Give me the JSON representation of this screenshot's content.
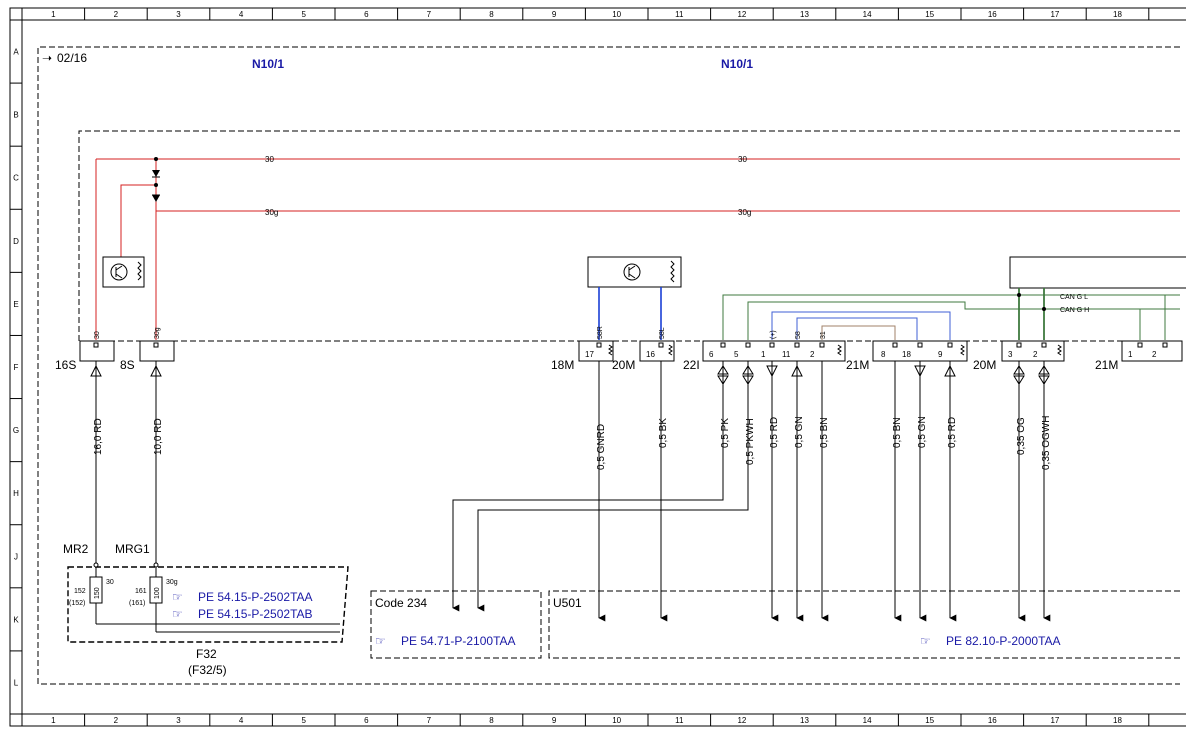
{
  "frame": {
    "columns": [
      "1",
      "2",
      "3",
      "4",
      "5",
      "6",
      "7",
      "8",
      "9",
      "10",
      "11",
      "12",
      "13",
      "14",
      "15",
      "16",
      "17",
      "18"
    ],
    "rows": [
      "A",
      "B",
      "C",
      "D",
      "E",
      "F",
      "G",
      "H",
      "J",
      "K",
      "L"
    ]
  },
  "sheet_ref": "02/16",
  "module_labels": [
    "N10/1",
    "N10/1"
  ],
  "rails": {
    "rail_30": "30",
    "rail_30g": "30g"
  },
  "can": {
    "low": "CAN G L",
    "high": "CAN G H"
  },
  "pin_tags": {
    "p30": "30",
    "p30g": "30g",
    "p58R": "58R",
    "p58L": "58L",
    "pplus": "(+)",
    "p58": "58",
    "p31": "31"
  },
  "connectors": {
    "c16S": "16S",
    "c8S": "8S",
    "c18M": "18M",
    "c20M_a": "20M",
    "c22I": "22I",
    "c21M_a": "21M",
    "c20M_b": "20M",
    "c21M_b": "21M"
  },
  "pins": {
    "p17": "17",
    "p16": "16",
    "p6": "6",
    "p5": "5",
    "p1": "1",
    "p11": "11",
    "p2": "2",
    "p8": "8",
    "p18": "18",
    "p9": "9",
    "p3": "3",
    "p2b": "2",
    "p1c": "1",
    "p2c": "2"
  },
  "wires": {
    "w16RD": "16,0 RD",
    "w10RD": "10,0 RD",
    "wGNRD": "0,5 GNRD",
    "wBK": "0,5 BK",
    "wPK": "0,5 PK",
    "wPKWH": "0,5 PKWH",
    "wRD1": "0,5 RD",
    "wGN1": "0,5 GN",
    "wBN1": "0,5 BN",
    "wBN2": "0,5 BN",
    "wGN2": "0,5 GN",
    "wRD2": "0,5 RD",
    "wOG": "0,35 OG",
    "wOGWH": "0,35 OGWH"
  },
  "fuse_box": {
    "mr2": "MR2",
    "mrg1": "MRG1",
    "f150": "150",
    "f152": "152",
    "f152p": "(152)",
    "f30": "30",
    "f100": "100",
    "f161": "161",
    "f161p": "(161)",
    "f30g": "30g",
    "name": "F32",
    "alt": "(F32/5)"
  },
  "refs": {
    "ref1": "PE 54.15-P-2502TAA",
    "ref2": "PE 54.15-P-2502TAB",
    "ref3": "PE 54.71-P-2100TAA",
    "ref4": "PE 82.10-P-2000TAA"
  },
  "boxes": {
    "code": "Code 234",
    "u501": "U501"
  },
  "icons": {
    "reference": "pointing-hand-icon",
    "transistor": "transistor-icon",
    "resistor": "resistor-icon",
    "diode": "diode-icon"
  },
  "colors": {
    "power": "#d42020",
    "blue_wire": "#1a3fd6",
    "can_wire": "#3f7a3f",
    "brown_wire": "#a0826a",
    "link": "#1a1aa6",
    "ink": "#000000"
  }
}
